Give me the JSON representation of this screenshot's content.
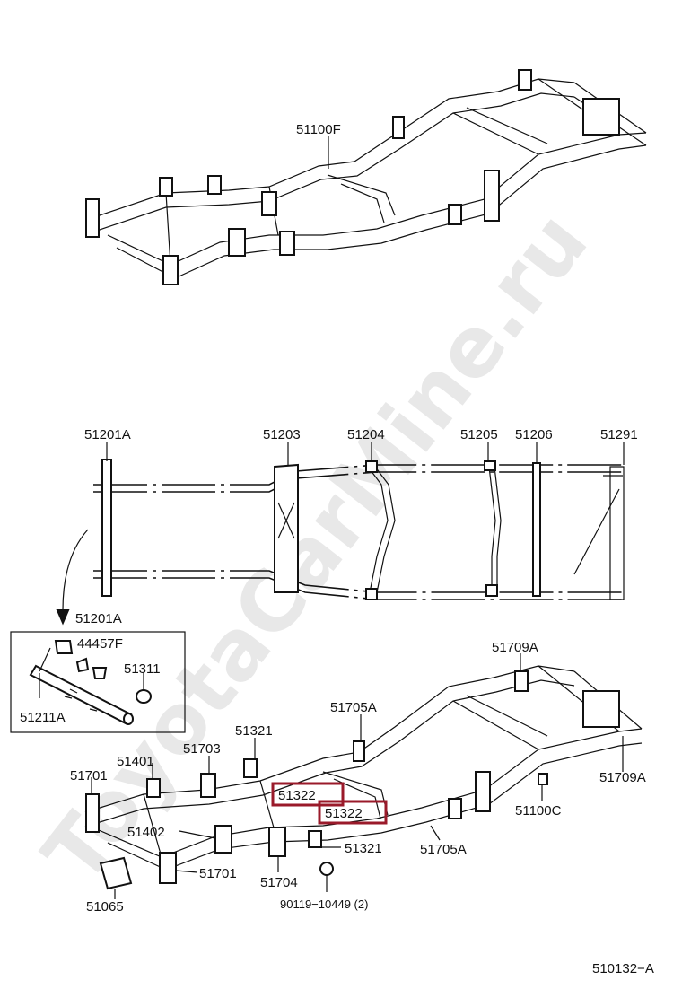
{
  "watermark": "ToyotaCarMine.ru",
  "top_frame": {
    "label": "51100F"
  },
  "crossmembers": {
    "labels": [
      "51201A",
      "51203",
      "51204",
      "51205",
      "51206",
      "51291"
    ]
  },
  "inset": {
    "header": "51201A",
    "labels": {
      "clip": "44457F",
      "bolt": "51311",
      "bar": "51211A"
    }
  },
  "bottom_frame": {
    "labels": {
      "l51709A_top": "51709A",
      "l51705A_top": "51705A",
      "l51321_top": "51321",
      "l51703": "51703",
      "l51401": "51401",
      "l51701_top": "51701",
      "l51322_a": "51322",
      "l51322_b": "51322",
      "l51709A_right": "51709A",
      "l51100C": "51100C",
      "l51402": "51402",
      "l51321_bottom": "51321",
      "l51705A_bottom": "51705A",
      "l51701_bottom": "51701",
      "l51704": "51704",
      "l51065": "51065",
      "l90119": "90119−10449 (2)"
    },
    "highlight_color": "#9a1a2a"
  },
  "diagram_code": "510132−A"
}
